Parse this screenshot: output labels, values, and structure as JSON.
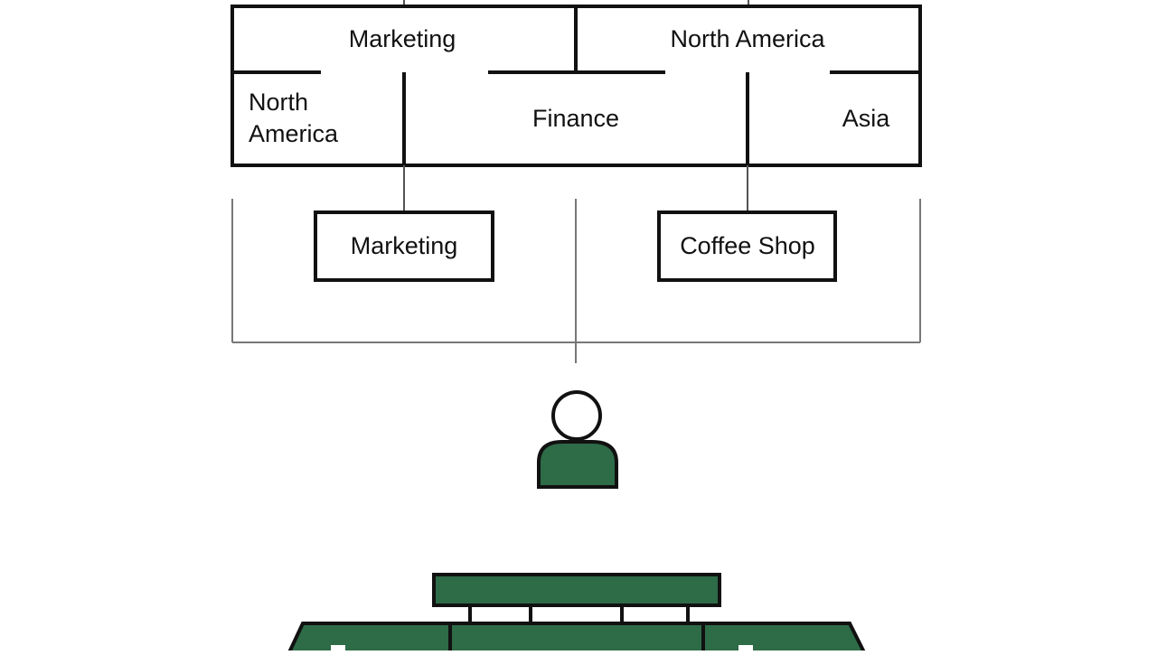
{
  "diagram": {
    "top_box": {
      "top_left_label": "Marketing",
      "top_right_label": "North America",
      "bottom_left_label": "North America",
      "bottom_center_label": "Finance",
      "bottom_right_label": "Asia"
    },
    "child_boxes": [
      {
        "label": "Marketing"
      },
      {
        "label": "Coffee Shop"
      }
    ]
  },
  "colors": {
    "stroke": "#111111",
    "thin_stroke": "#555555",
    "accent_green": "#2e6b47",
    "background": "#ffffff"
  },
  "icons": [
    "person-icon",
    "building-icon"
  ]
}
